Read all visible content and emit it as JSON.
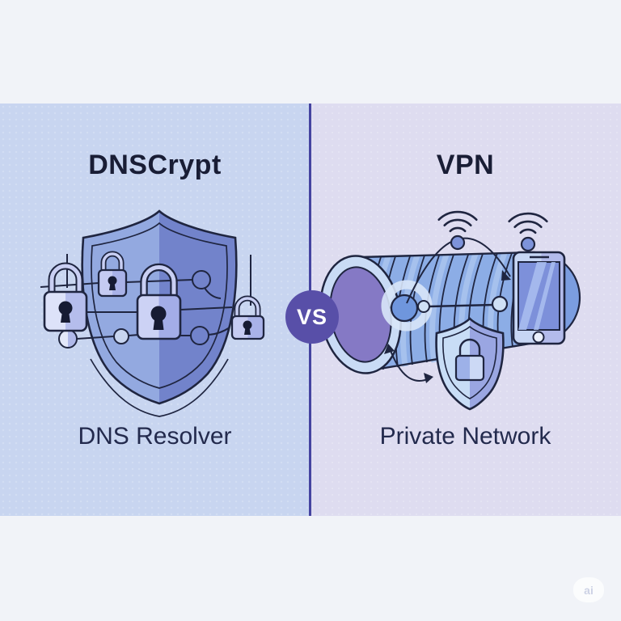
{
  "page": {
    "background": "#f1f3f8",
    "divider_color": "#4544a0",
    "title_color": "#191d35"
  },
  "left_panel": {
    "title": "DNSCrypt",
    "caption": "DNS Resolver",
    "background": "#c8d5f0",
    "illustration": "shield-with-padlocks-network",
    "colors": {
      "shield_left": "#91a8e0",
      "shield_right": "#7283cb",
      "padlock_light": "#dbe0f8",
      "padlock_shade": "#aab3e8",
      "outline": "#1f2540"
    }
  },
  "right_panel": {
    "title": "VPN",
    "caption": "Private Network",
    "background": "#dedcf0",
    "illustration": "encrypted-tunnel-smartphone-shield-wifi",
    "colors": {
      "tunnel_body": "#8cade6",
      "tunnel_opening": "#8579c5",
      "tunnel_rim": "#c9dbf5",
      "phone_body": "#c5d4f3",
      "phone_screen": "#7d90da",
      "shield_left": "#c8ddf6",
      "shield_right": "#9aa6e2",
      "outline": "#1f2540"
    }
  },
  "vs_badge": {
    "label": "VS",
    "background": "#584fa8",
    "text_color": "#ffffff"
  },
  "watermark": {
    "label": "ai"
  }
}
